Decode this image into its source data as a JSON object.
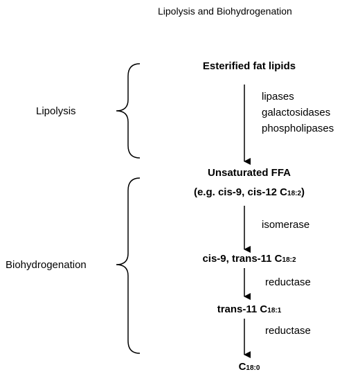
{
  "title": "Lipolysis and Biohydrogenation",
  "sections": {
    "lipolysis": "Lipolysis",
    "biohydrogenation": "Biohydrogenation"
  },
  "nodes": {
    "esterified": "Esterified fat lipids",
    "unsaturated_line1": "Unsaturated FFA",
    "unsaturated_line2_prefix": "(e.g. cis-9, cis-12 C",
    "unsaturated_line2_sub": "18:2",
    "unsaturated_line2_suffix": ")",
    "cla_prefix": "cis-9, trans-11 C",
    "cla_sub": "18:2",
    "vaccenic_prefix": "trans-11 C",
    "vaccenic_sub": "18:1",
    "stearic_prefix": "C",
    "stearic_sub": "18:0"
  },
  "enzymes": {
    "step1": [
      "lipases",
      "galactosidases",
      "phospholipases"
    ],
    "step2": "isomerase",
    "step3": "reductase",
    "step4": "reductase"
  }
}
